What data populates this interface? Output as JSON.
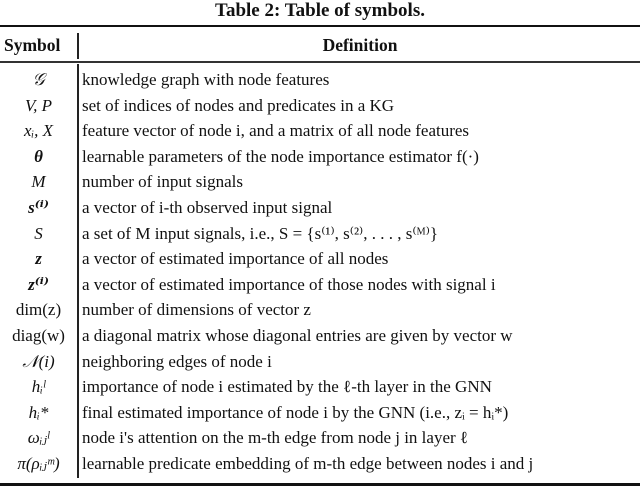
{
  "caption": "Table 2: Table of symbols.",
  "header": {
    "symbol": "Symbol",
    "definition": "Definition"
  },
  "rows": [
    {
      "symbol": "𝒢",
      "definition": "knowledge graph with node features"
    },
    {
      "symbol": "V, P",
      "definition": "set of indices of nodes and predicates in a KG"
    },
    {
      "symbol": "xᵢ, X",
      "definition": "feature vector of node i, and a matrix of all node features"
    },
    {
      "symbol": "θ",
      "definition": "learnable parameters of the node importance estimator f(·)"
    },
    {
      "symbol": "M",
      "definition": "number of input signals"
    },
    {
      "symbol": "s⁽ⁱ⁾",
      "definition": "a vector of i-th observed input signal"
    },
    {
      "symbol": "S",
      "definition": "a set of M input signals, i.e., S = {s⁽¹⁾, s⁽²⁾, . . . , s⁽ᴹ⁾}"
    },
    {
      "symbol": "z",
      "definition": "a vector of estimated importance of all nodes"
    },
    {
      "symbol": "z⁽ⁱ⁾",
      "definition": "a vector of estimated importance of those nodes with signal i"
    },
    {
      "symbol": "dim(z)",
      "definition": "number of dimensions of vector z"
    },
    {
      "symbol": "diag(w)",
      "definition": "a diagonal matrix whose diagonal entries are given by vector w"
    },
    {
      "symbol": "𝒩(i)",
      "definition": "neighboring edges of node i"
    },
    {
      "symbol": "hᵢˡ",
      "definition": "importance of node i estimated by the ℓ-th layer in the GNN"
    },
    {
      "symbol": "hᵢ*",
      "definition": "final estimated importance of node i by the GNN (i.e., zᵢ = hᵢ*)"
    },
    {
      "symbol": "ωᵢⱼˡ",
      "definition": "node i's attention on the m-th edge from node j in layer ℓ"
    },
    {
      "symbol": "π(ρᵢⱼᵐ)",
      "definition": "learnable predicate embedding of m-th edge between nodes i and j"
    }
  ]
}
